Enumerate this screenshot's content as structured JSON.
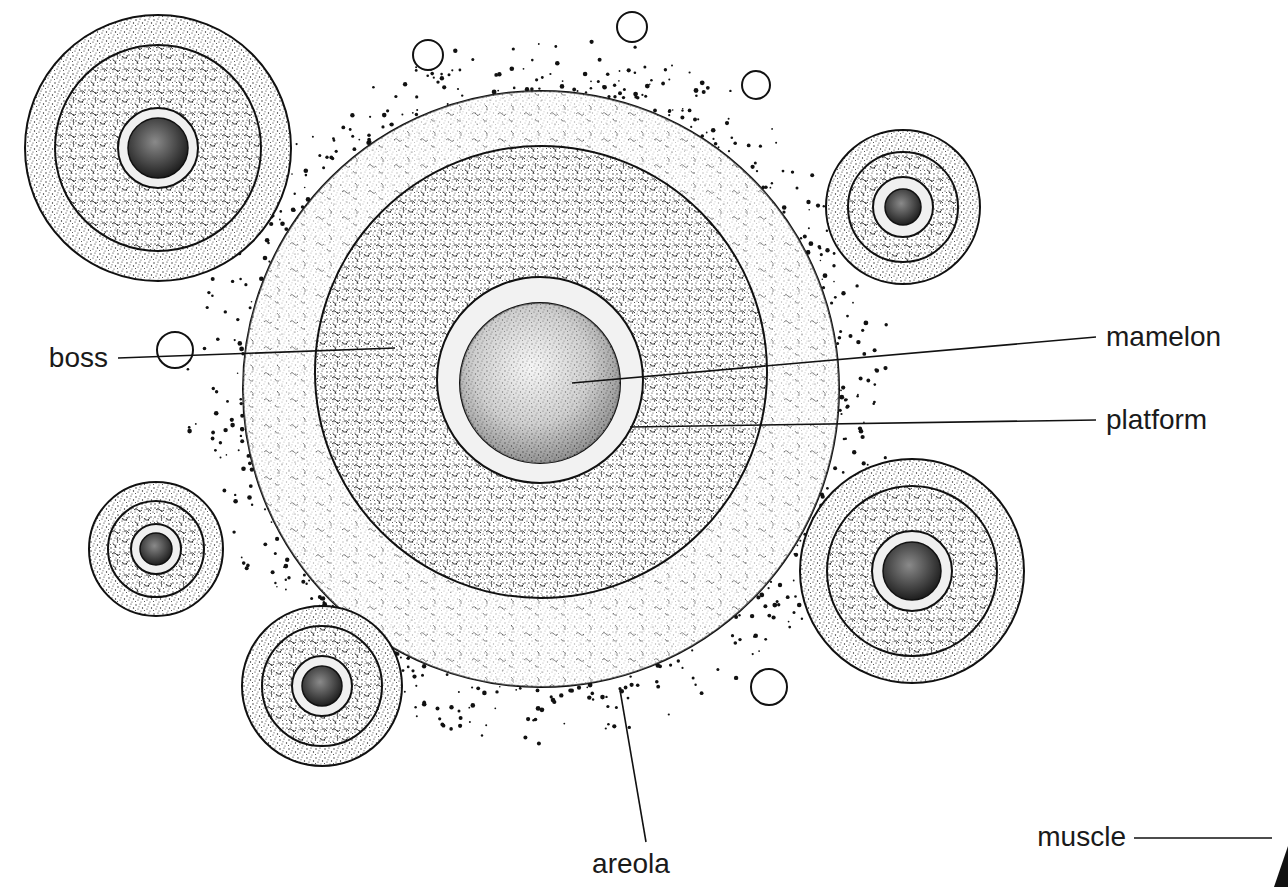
{
  "diagram": {
    "labels": [
      "boss",
      "mamelon",
      "platform",
      "areola",
      "muscle"
    ]
  }
}
